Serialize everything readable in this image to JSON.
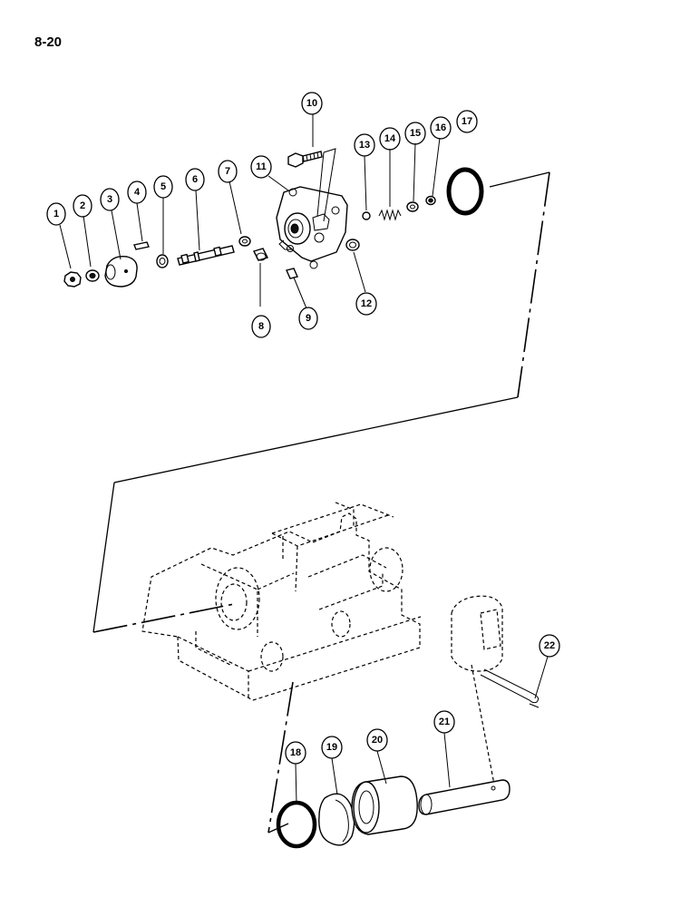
{
  "page": {
    "number": "8-20"
  },
  "callouts": [
    {
      "label": "1"
    },
    {
      "label": "2"
    },
    {
      "label": "3"
    },
    {
      "label": "4"
    },
    {
      "label": "5"
    },
    {
      "label": "6"
    },
    {
      "label": "7"
    },
    {
      "label": "8"
    },
    {
      "label": "9"
    },
    {
      "label": "10"
    },
    {
      "label": "11"
    },
    {
      "label": "12"
    },
    {
      "label": "13"
    },
    {
      "label": "14"
    },
    {
      "label": "15"
    },
    {
      "label": "16"
    },
    {
      "label": "17"
    },
    {
      "label": "18"
    },
    {
      "label": "19"
    },
    {
      "label": "20"
    },
    {
      "label": "21"
    },
    {
      "label": "22"
    }
  ]
}
